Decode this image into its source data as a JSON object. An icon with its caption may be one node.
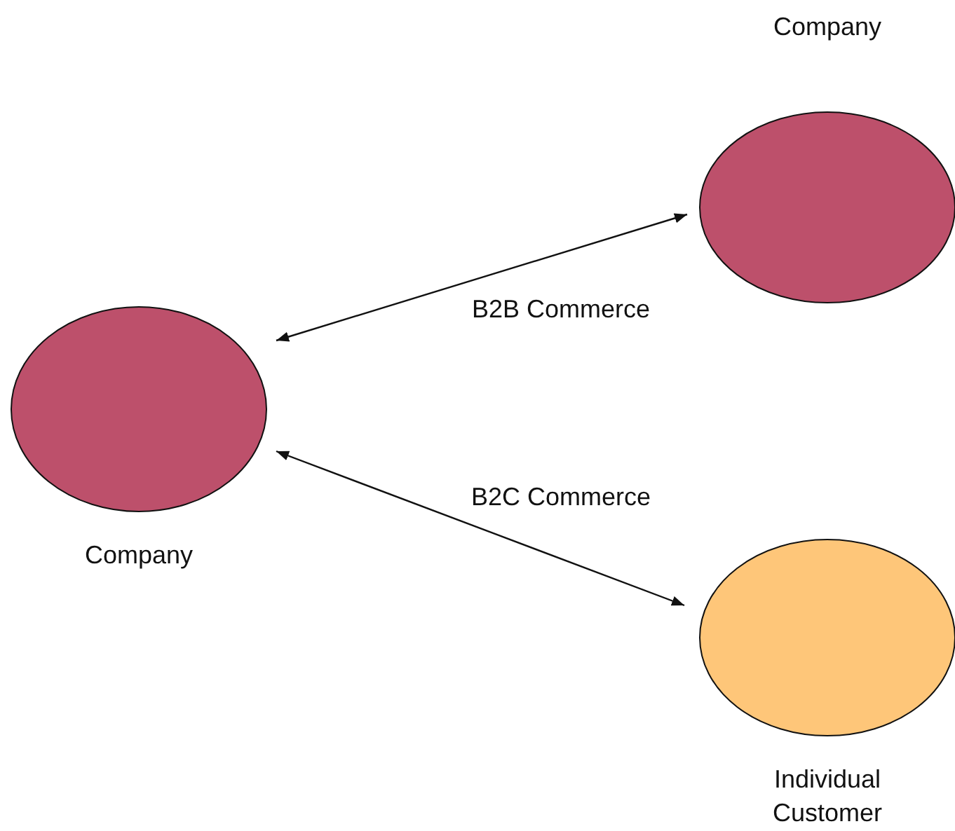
{
  "diagram": {
    "nodes": [
      {
        "text": [
          "Company"
        ]
      },
      {
        "text": [
          "Company"
        ]
      },
      {
        "text": [
          "Individual Customer"
        ]
      }
    ],
    "edges": [
      {
        "from": 0,
        "to": 1,
        "arrow": "both",
        "label": "B2B Commerce"
      },
      {
        "from": 0,
        "to": 2,
        "arrow": "both",
        "label": "B2C Commerce"
      }
    ]
  }
}
